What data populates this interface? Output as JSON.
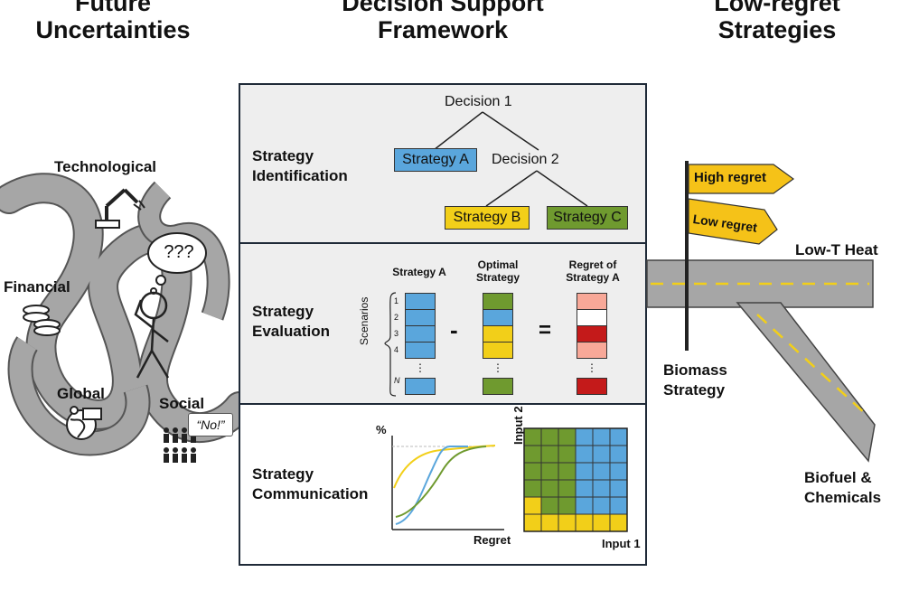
{
  "headers": {
    "left": [
      "Future",
      "Uncertainties"
    ],
    "center": [
      "Decision Support",
      "Framework"
    ],
    "right": [
      "Low-regret",
      "Strategies"
    ]
  },
  "uncertainties": {
    "technological": "Technological",
    "financial": "Financial",
    "global": "Global",
    "social": "Social",
    "thought": "???",
    "speech": "“No!”"
  },
  "identification": {
    "title": [
      "Strategy",
      "Identification"
    ],
    "decision1": "Decision 1",
    "decision2": "Decision 2",
    "strategy_a": "Strategy A",
    "strategy_b": "Strategy B",
    "strategy_c": "Strategy C"
  },
  "evaluation": {
    "title": [
      "Strategy",
      "Evaluation"
    ],
    "col_a": "Strategy A",
    "col_opt": [
      "Optimal",
      "Strategy"
    ],
    "col_regret": [
      "Regret of",
      "Strategy A"
    ],
    "scenarios_label": "Scenarios",
    "scenario_numbers": [
      "1",
      "2",
      "3",
      "4",
      "⋮",
      "N"
    ],
    "minus": "-",
    "equals": "="
  },
  "communication": {
    "title": [
      "Strategy",
      "Communication"
    ],
    "y_label": "%",
    "x_label": "Regret",
    "grid_y_label": "Input 2",
    "grid_x_label": "Input 1"
  },
  "right": {
    "high_regret": "High regret",
    "low_regret": "Low regret",
    "low_t_heat": "Low-T Heat",
    "biomass": [
      "Biomass",
      "Strategy"
    ],
    "biofuel": [
      "Biofuel &",
      "Chemicals"
    ]
  },
  "colors": {
    "blue": "#5aa6dc",
    "green": "#6f9a2f",
    "yellow": "#f2cf19",
    "red": "#c41a1a",
    "pink": "#f8a898",
    "road": "#a6a6a6",
    "sign": "#f5c218"
  }
}
